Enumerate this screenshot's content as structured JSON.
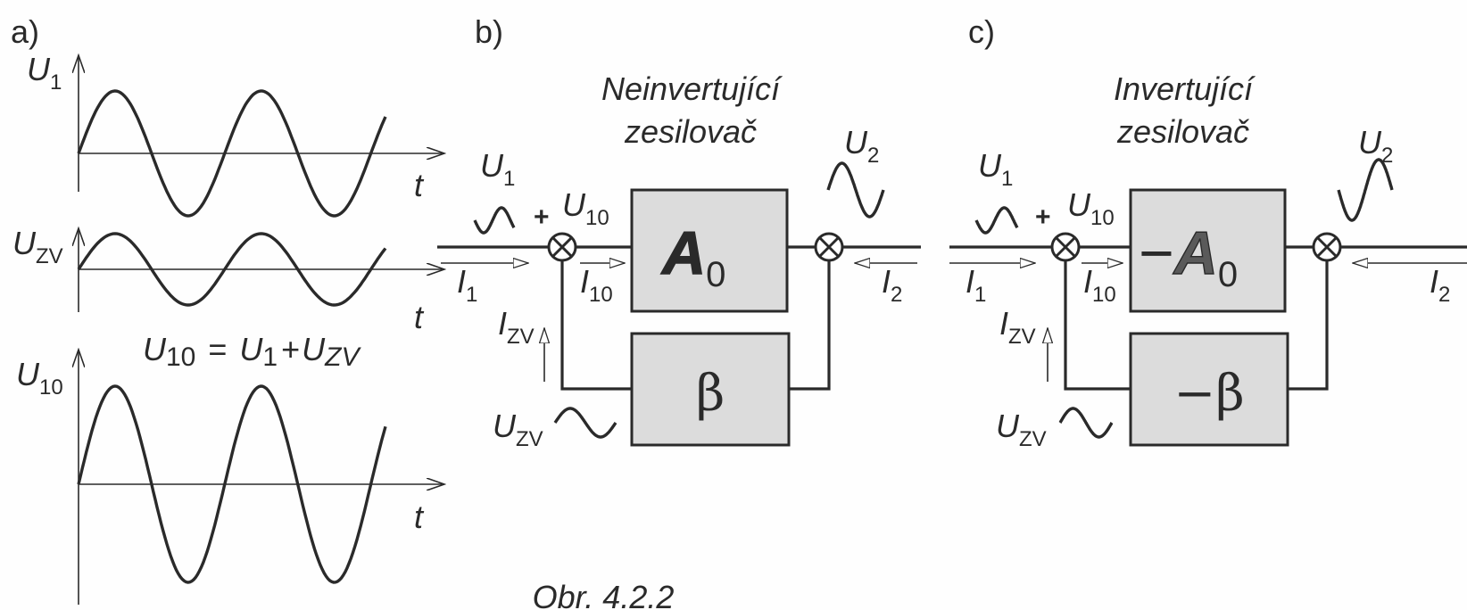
{
  "panel_a": {
    "label": "a)",
    "u1": "U",
    "u1_sub": "1",
    "uzv": "U",
    "uzv_sub": "ZV",
    "u10": "U",
    "u10_sub": "10",
    "t": "t",
    "eq_u": "U",
    "eq_u10_sub": "10",
    "eq_equals": "=",
    "eq_u1": "U",
    "eq_u1_sub": "1",
    "eq_plus": "+",
    "eq_uzv": "U",
    "eq_uzv_sub": "ZV"
  },
  "panel_b": {
    "label": "b)",
    "title_line1": "Neinvertující",
    "title_line2": "zesilovač",
    "amp_main": "A",
    "amp_sub": "0",
    "feedback": "β",
    "u1": "U",
    "u1_sub": "1",
    "plus": "+",
    "u10": "U",
    "u10_sub": "10",
    "u2": "U",
    "u2_sub": "2",
    "uzv": "U",
    "uzv_sub": "ZV",
    "i1": "I",
    "i1_sub": "1",
    "i10": "I",
    "i10_sub": "10",
    "izv": "I",
    "izv_sub": "ZV",
    "i2": "I",
    "i2_sub": "2"
  },
  "panel_c": {
    "label": "c)",
    "title_line1": "Invertující",
    "title_line2": "zesilovač",
    "amp_sign": "−",
    "amp_main": "A",
    "amp_sub": "0",
    "feedback": "−β",
    "u1": "U",
    "u1_sub": "1",
    "plus": "+",
    "u10": "U",
    "u10_sub": "10",
    "u2": "U",
    "u2_sub": "2",
    "uzv": "U",
    "uzv_sub": "ZV",
    "i1": "I",
    "i1_sub": "1",
    "i10": "I",
    "i10_sub": "10",
    "izv": "I",
    "izv_sub": "ZV",
    "i2": "I",
    "i2_sub": "2"
  },
  "caption": "Obr. 4.2.2"
}
